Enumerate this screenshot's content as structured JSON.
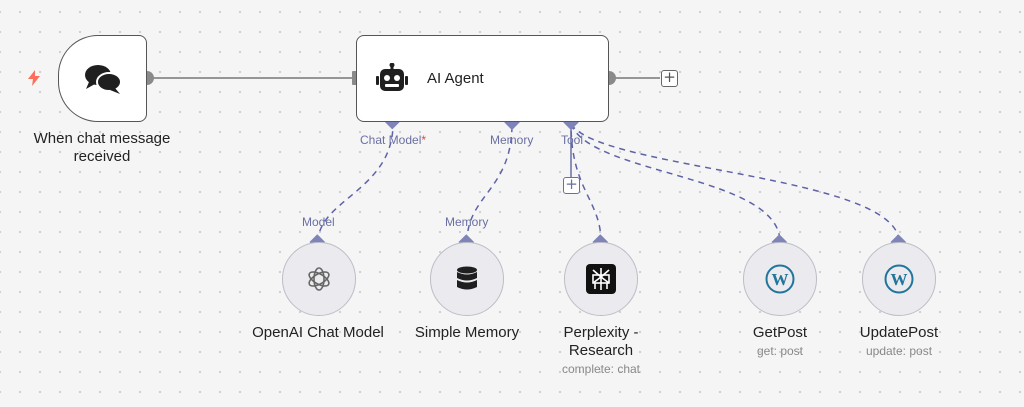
{
  "nodes": {
    "trigger": {
      "label": "When chat message received"
    },
    "agent": {
      "label": "AI Agent"
    },
    "openai": {
      "label": "OpenAI Chat Model"
    },
    "memory": {
      "label": "Simple Memory"
    },
    "perplexity": {
      "label": "Perplexity - Research",
      "subtitle": "complete: chat"
    },
    "getpost": {
      "label": "GetPost",
      "subtitle": "get: post"
    },
    "updatepost": {
      "label": "UpdatePost",
      "subtitle": "update: post"
    }
  },
  "ports": {
    "agent_chat_model": "Chat Model",
    "agent_chat_model_required": "*",
    "agent_memory": "Memory",
    "agent_tool": "Tool",
    "openai_output": "Model",
    "memory_output": "Memory"
  },
  "buttons": {
    "add": "+"
  },
  "colors": {
    "edge_main": "#777777",
    "edge_sub": "#5e63a8",
    "port_diamond": "#7f84b8",
    "trigger_bolt": "#ff6d5a",
    "wordpress": "#21759b",
    "node_border": "#555555"
  },
  "icons": {
    "trigger": "chat-bubbles-icon",
    "agent": "robot-icon",
    "openai": "openai-logo-icon",
    "memory": "database-icon",
    "perplexity": "perplexity-logo-icon",
    "wordpress": "wordpress-logo-icon",
    "bolt": "lightning-bolt-icon",
    "plus": "plus-icon"
  }
}
